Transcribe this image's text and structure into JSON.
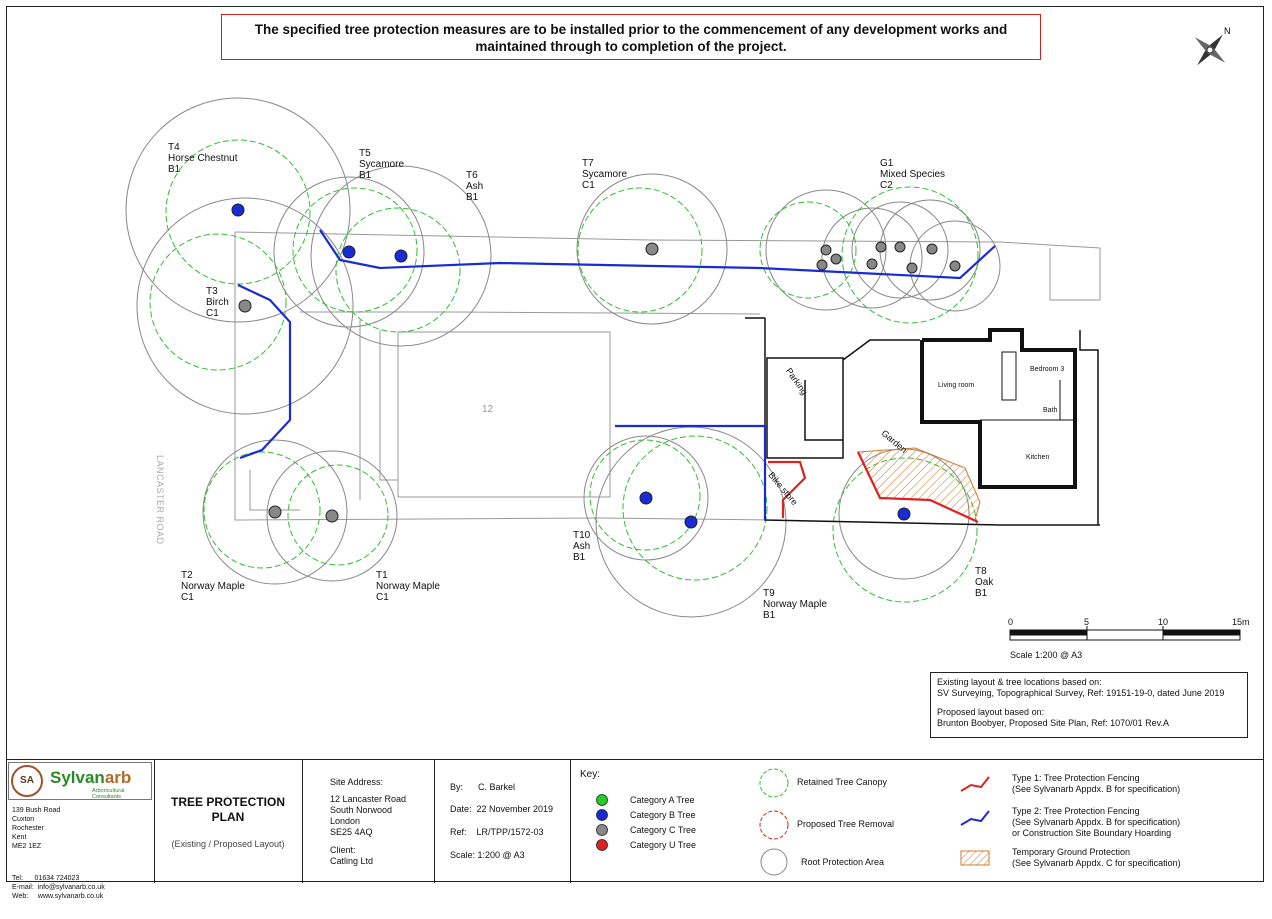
{
  "notice": {
    "line1": "The specified tree protection measures are to be installed prior to the commencement of any development works and",
    "line2": "maintained through to completion of the project."
  },
  "trees": [
    {
      "id": "T4",
      "species": "Horse Chestnut",
      "cat": "B1"
    },
    {
      "id": "T5",
      "species": "Sycamore",
      "cat": "B1"
    },
    {
      "id": "T6",
      "species": "Ash",
      "cat": "B1"
    },
    {
      "id": "T7",
      "species": "Sycamore",
      "cat": "C1"
    },
    {
      "id": "G1",
      "species": "Mixed Species",
      "cat": "C2"
    },
    {
      "id": "T3",
      "species": "Birch",
      "cat": "C1"
    },
    {
      "id": "T2",
      "species": "Norway Maple",
      "cat": "C1"
    },
    {
      "id": "T1",
      "species": "Norway Maple",
      "cat": "C1"
    },
    {
      "id": "T10",
      "species": "Ash",
      "cat": "B1"
    },
    {
      "id": "T9",
      "species": "Norway Maple",
      "cat": "B1"
    },
    {
      "id": "T8",
      "species": "Oak",
      "cat": "B1"
    }
  ],
  "site": {
    "road": "LANCASTER ROAD",
    "plot_number": "12",
    "parking": "Parking",
    "garden": "Garden",
    "bike_store": "Bike store",
    "rooms": [
      "Living room",
      "Bedroom 3",
      "Bath",
      "Kitchen"
    ]
  },
  "scale_bar": {
    "ticks": [
      "0",
      "5",
      "10",
      "15m"
    ],
    "caption": "Scale 1:200 @ A3"
  },
  "notes": {
    "l1": "Existing layout & tree locations based on:",
    "l2": "SV Surveying, Topographical Survey, Ref: 19151-19-0, dated June 2019",
    "l3": "Proposed layout based on:",
    "l4": "Brunton Boobyer, Proposed Site Plan, Ref: 1070/01 Rev.A"
  },
  "company": {
    "name_a": "Sylvan",
    "name_b": "arb",
    "tagline": "Arboricultural Consultants",
    "logo": "SA",
    "address": [
      "139 Bush Road",
      "Cuxton",
      "Rochester",
      "Kent",
      "ME2 1EZ"
    ],
    "tel": "Tel:      01634 724023",
    "email": "E-mail:  info@sylvanarb.co.uk",
    "web": "Web:     www.sylvanarb.co.uk"
  },
  "title": {
    "line1": "TREE PROTECTION",
    "line2": "PLAN",
    "sub_a": "(Existing / Proposed Layout)"
  },
  "address": {
    "heading": "Site Address:",
    "lines": [
      "12 Lancaster Road",
      "South Norwood",
      "London",
      "SE25 4AQ"
    ],
    "client_heading": "Client:",
    "client": "Catling Ltd"
  },
  "meta": {
    "by": "By:      C. Barkel",
    "date": "Date:  22 November 2019",
    "ref": "Ref:    LR/TPP/1572-03",
    "scale": "Scale: 1:200 @ A3"
  },
  "key": {
    "title": "Key:",
    "cats": [
      {
        "label": "Category A Tree",
        "color": "#22cc22"
      },
      {
        "label": "Category B Tree",
        "color": "#1a2bd6"
      },
      {
        "label": "Category C Tree",
        "color": "#888888"
      },
      {
        "label": "Category U Tree",
        "color": "#dd2222"
      }
    ],
    "retained": "Retained Tree Canopy",
    "removal": "Proposed Tree Removal",
    "rpa": "Root Protection Area",
    "type1_a": "Type 1: Tree Protection Fencing",
    "type1_b": "(See Sylvanarb Appdx. B for specification)",
    "type2_a": "Type 2: Tree Protection Fencing",
    "type2_b": "(See Sylvanarb Appdx. B for specification)",
    "type2_c": "or Construction Site Boundary Hoarding",
    "tgp_a": "Temporary Ground Protection",
    "tgp_b": "(See Sylvanarb Appdx. C for specification)"
  }
}
